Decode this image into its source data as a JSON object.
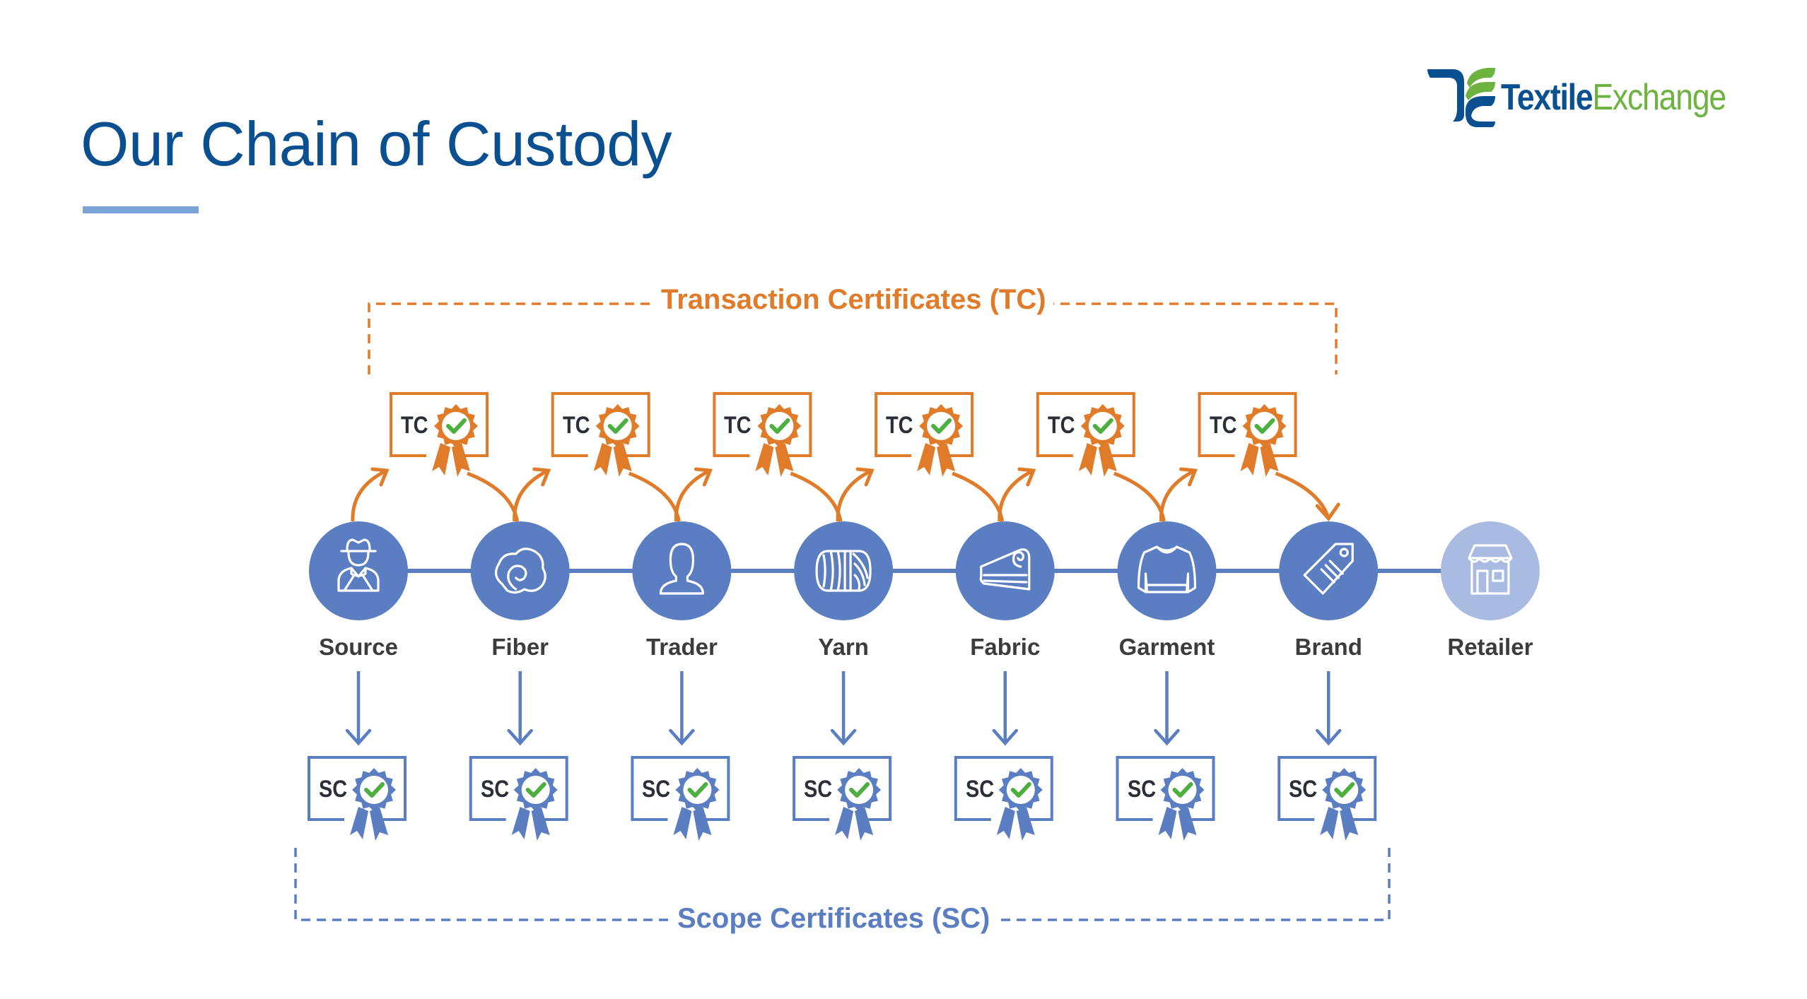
{
  "header": {
    "title": "Our Chain of Custody",
    "logo": {
      "part1": "Textile",
      "part2": "Exchange",
      "icon": "textile-exchange-logo-icon"
    }
  },
  "colors": {
    "title": "#0a4f8f",
    "accent_bar": "#7aa3d8",
    "node_fill": "#5b7ec2",
    "node_fill_inactive": "#a9bbe0",
    "tc_orange": "#e07b2a",
    "sc_blue": "#5b7ec2",
    "check_green": "#4caf3f",
    "logo_blue": "#0a4f8f",
    "logo_green": "#6db33f"
  },
  "diagram": {
    "tc_bracket_label": "Transaction Certificates (TC)",
    "sc_bracket_label": "Scope Certificates (SC)",
    "tc_badge_text": "TC",
    "sc_badge_text": "SC",
    "nodes": [
      {
        "label": "Source",
        "icon": "farmer-icon",
        "has_tc": true,
        "has_sc": true,
        "active": true
      },
      {
        "label": "Fiber",
        "icon": "cotton-icon",
        "has_tc": true,
        "has_sc": true,
        "active": true
      },
      {
        "label": "Trader",
        "icon": "person-icon",
        "has_tc": true,
        "has_sc": true,
        "active": true
      },
      {
        "label": "Yarn",
        "icon": "yarn-ball-icon",
        "has_tc": true,
        "has_sc": true,
        "active": true
      },
      {
        "label": "Fabric",
        "icon": "fabric-roll-icon",
        "has_tc": true,
        "has_sc": true,
        "active": true
      },
      {
        "label": "Garment",
        "icon": "sweater-icon",
        "has_tc": true,
        "has_sc": true,
        "active": true
      },
      {
        "label": "Brand",
        "icon": "price-tag-icon",
        "has_tc": false,
        "has_sc": true,
        "active": true
      },
      {
        "label": "Retailer",
        "icon": "storefront-icon",
        "has_tc": false,
        "has_sc": false,
        "active": false
      }
    ]
  }
}
